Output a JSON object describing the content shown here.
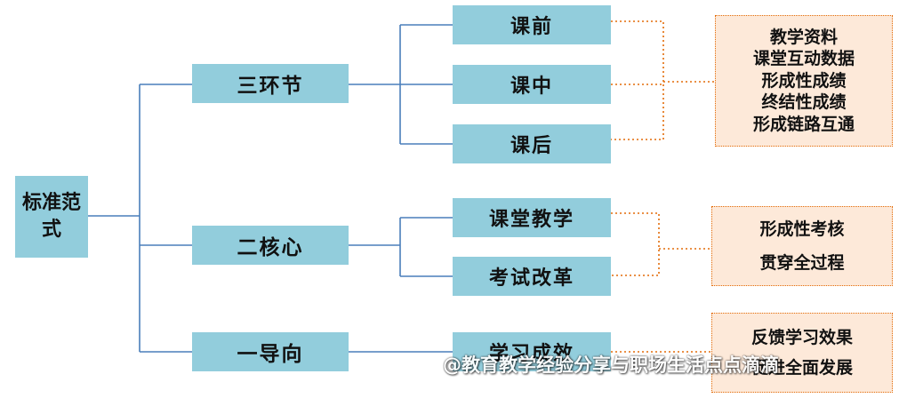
{
  "root": {
    "label": "标准范式"
  },
  "branches": [
    {
      "label": "三环节",
      "children": [
        "课前",
        "课中",
        "课后"
      ]
    },
    {
      "label": "二核心",
      "children": [
        "课堂教学",
        "考试改革"
      ]
    },
    {
      "label": "一导向",
      "children": [
        "学习成效"
      ]
    }
  ],
  "notes": [
    {
      "lines": [
        "教学资料",
        "课堂互动数据",
        "形成性成绩",
        "终结性成绩",
        "形成链路互通"
      ]
    },
    {
      "lines": [
        "形成性考核",
        "贯穿全过程"
      ]
    },
    {
      "lines": [
        "反馈学习效果",
        "促进全面发展"
      ]
    }
  ],
  "watermark": "@教育教学经验分享与职场生活点点滴滴",
  "colors": {
    "node": "#92cddc",
    "line": "#4a7ebb",
    "note_fill": "#fde9d9",
    "note_border": "#e36c09"
  }
}
